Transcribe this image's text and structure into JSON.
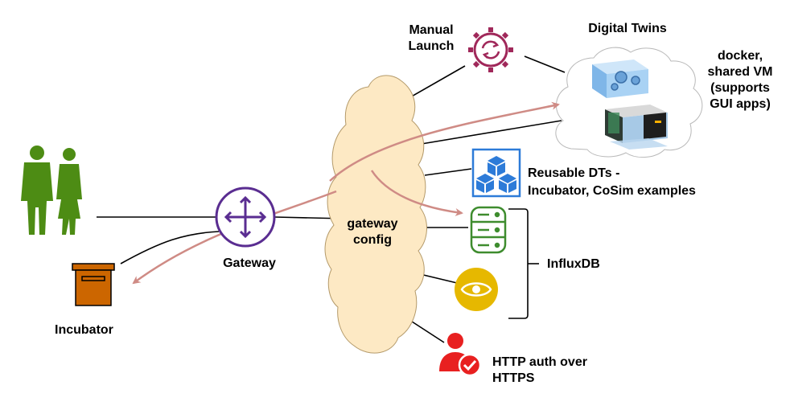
{
  "labels": {
    "manual_launch_line1": "Manual",
    "manual_launch_line2": "Launch",
    "digital_twins": "Digital Twins",
    "docker_line1": "docker,",
    "docker_line2": "shared VM",
    "docker_line3": "(supports",
    "docker_line4": "GUI apps)",
    "reusable_line1": "Reusable DTs -",
    "reusable_line2": "Incubator, CoSim examples",
    "gateway_config_line1": "gateway",
    "gateway_config_line2": "config",
    "gateway": "Gateway",
    "incubator": "Incubator",
    "influxdb": "InfluxDB",
    "http_line1": "HTTP auth over",
    "http_line2": "HTTPS"
  },
  "colors": {
    "person": "#4d8c14",
    "gateway": "#5a2d91",
    "box_fill": "#cc6600",
    "manual_launch": "#a0285a",
    "reusable_blue": "#2d7bd8",
    "database_green": "#3e8c2e",
    "eye_yellow": "#e6b800",
    "auth_red": "#e82020",
    "cloud_fill": "#fde9c4",
    "arrow": "#cf8b85"
  },
  "icons": {
    "users": "users-icon",
    "incubator": "incubator-box-icon",
    "gateway": "gateway-router-icon",
    "manual_launch": "gear-refresh-icon",
    "reusable": "blocks-icon",
    "database": "database-icon",
    "eye": "eye-icon",
    "auth": "user-check-icon"
  }
}
